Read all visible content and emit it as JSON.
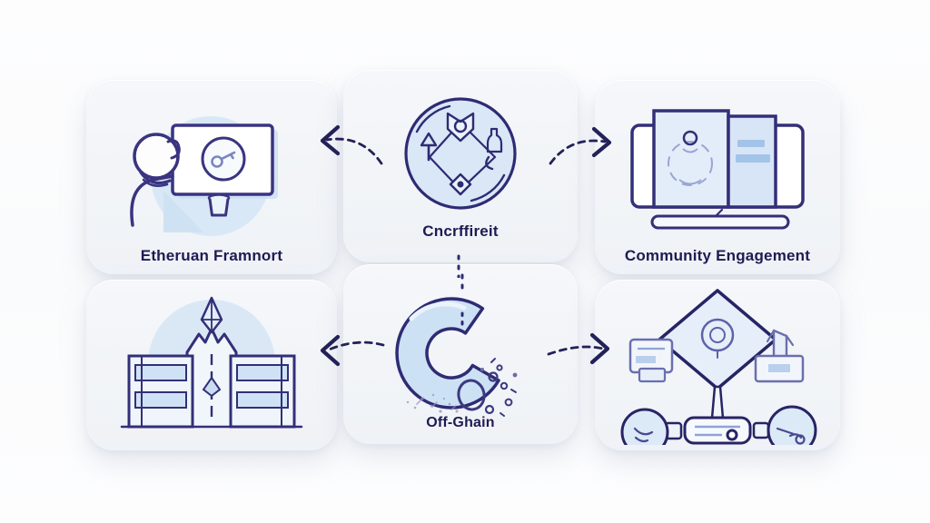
{
  "title": "Ethereum concept infographic",
  "colors": {
    "background": "#fbfcfd",
    "panel": "#f2f4f8",
    "outline_navy": "#34307a",
    "light_blue_fill": "#cfe2f5",
    "pale_blue_fill": "#dfeaf8",
    "text_navy": "#1e1b52",
    "arrow_navy": "#232158",
    "bar_blue": "#a3c3e8"
  },
  "panels": [
    {
      "position": "top-left",
      "label": "Etheruan Framnort",
      "icon": "person-at-monitor-icon"
    },
    {
      "position": "top-center",
      "label": "Cncrffireit",
      "icon": "cycle-diagram-icon"
    },
    {
      "position": "top-right",
      "label": "Community Engagement",
      "icon": "open-book-icon"
    },
    {
      "position": "bottom-left",
      "label": "",
      "icon": "building-with-spire-icon"
    },
    {
      "position": "bottom-center",
      "label": "Off-Ghain",
      "icon": "gauge-arc-icon"
    },
    {
      "position": "bottom-right",
      "label": "",
      "icon": "governance-flowchart-icon"
    }
  ],
  "connectors": [
    {
      "name": "dashed-arrow-top-left",
      "direction": "left"
    },
    {
      "name": "dashed-arrow-top-right",
      "direction": "right"
    },
    {
      "name": "dashed-arrow-bottom-left",
      "direction": "left"
    },
    {
      "name": "dashed-arrow-bottom-right",
      "direction": "right"
    },
    {
      "name": "dashed-vertical-connector",
      "direction": "down"
    }
  ]
}
